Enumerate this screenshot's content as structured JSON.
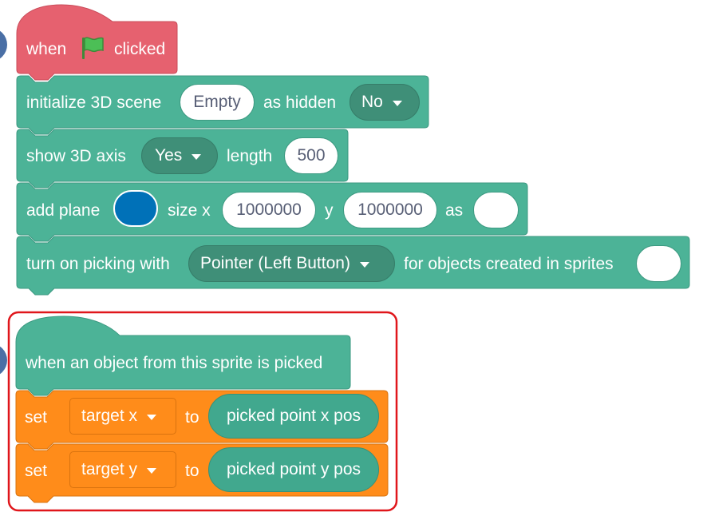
{
  "script1": {
    "hat": {
      "when": "when",
      "clicked": "clicked",
      "flag_icon": "green-flag-icon"
    },
    "init": {
      "label": "initialize 3D scene",
      "scene": "Empty",
      "as_hidden": "as hidden",
      "hidden_value": "No"
    },
    "axis": {
      "label": "show 3D axis",
      "value": "Yes",
      "length_label": "length",
      "length": "500"
    },
    "plane": {
      "label": "add plane",
      "color": "#0071b8",
      "size_x_label": "size x",
      "size_x": "1000000",
      "y_label": "y",
      "size_y": "1000000",
      "as_label": "as",
      "as_value": ""
    },
    "picking": {
      "label": "turn on picking with",
      "mode": "Pointer (Left Button)",
      "suffix": "for objects created in sprites",
      "value": ""
    }
  },
  "script2": {
    "hat": {
      "label": "when an object from this sprite is picked"
    },
    "set_x": {
      "set": "set",
      "variable": "target x",
      "to": "to",
      "reporter": "picked point x pos"
    },
    "set_y": {
      "set": "set",
      "variable": "target y",
      "to": "to",
      "reporter": "picked point y pos"
    }
  },
  "colors": {
    "event": "#e6616f",
    "extension": "#4cb397",
    "variables": "#ff8c1a",
    "highlight": "#e0161b"
  }
}
